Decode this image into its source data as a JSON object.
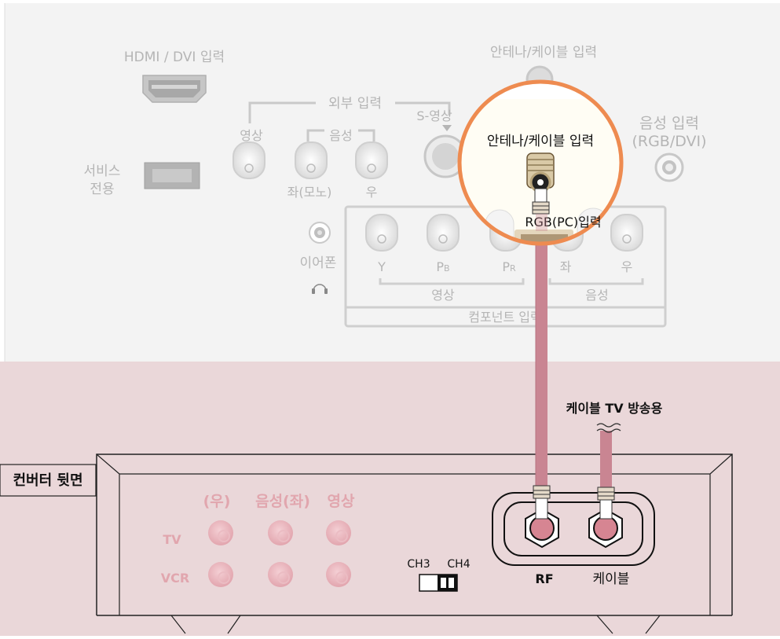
{
  "tv_panel": {
    "hdmi_label": "HDMI / DVI 입력",
    "antenna_label": "안테나/케이블 입력",
    "external_input_label": "외부 입력",
    "video_label": "영상",
    "audio_label": "음성",
    "svideo_label": "S-영상",
    "audio_in_label_1": "음성 입력",
    "audio_in_label_2": "(RGB/DVI)",
    "service_label_1": "서비스",
    "service_label_2": "전용",
    "left_mono_label": "좌(모노)",
    "right_label": "우",
    "earphone_label": "이어폰",
    "rgb_label": "RGB(PC)입력",
    "comp_y": "Y",
    "comp_pb": "P",
    "comp_pb_sub": "B",
    "comp_pr": "P",
    "comp_pr_sub": "R",
    "comp_left": "좌",
    "comp_right": "우",
    "comp_video": "영상",
    "comp_audio": "음성",
    "component_label": "컴포넌트 입력"
  },
  "zoom_callout": {
    "label": "안테나/케이블 입력"
  },
  "converter": {
    "title": "컨버터 뒷면",
    "right_label": "(우)",
    "audio_left_label": "음성(좌)",
    "video_label": "영상",
    "tv_label": "TV",
    "vcr_label": "VCR",
    "ch3_label": "CH3",
    "ch4_label": "CH4",
    "rf_label": "RF",
    "cable_label": "케이블",
    "cable_tv_label": "케이블 TV 방송용"
  },
  "colors": {
    "tv_panel_bg": "#f3f3f3",
    "converter_bg": "#ead7d9",
    "callout_ring": "#ee8b50",
    "callout_fill": "#fffdf4",
    "cable_pink": "#c98592",
    "faded_text": "#b5b5b5",
    "faded_pink": "#e1a6ae"
  }
}
